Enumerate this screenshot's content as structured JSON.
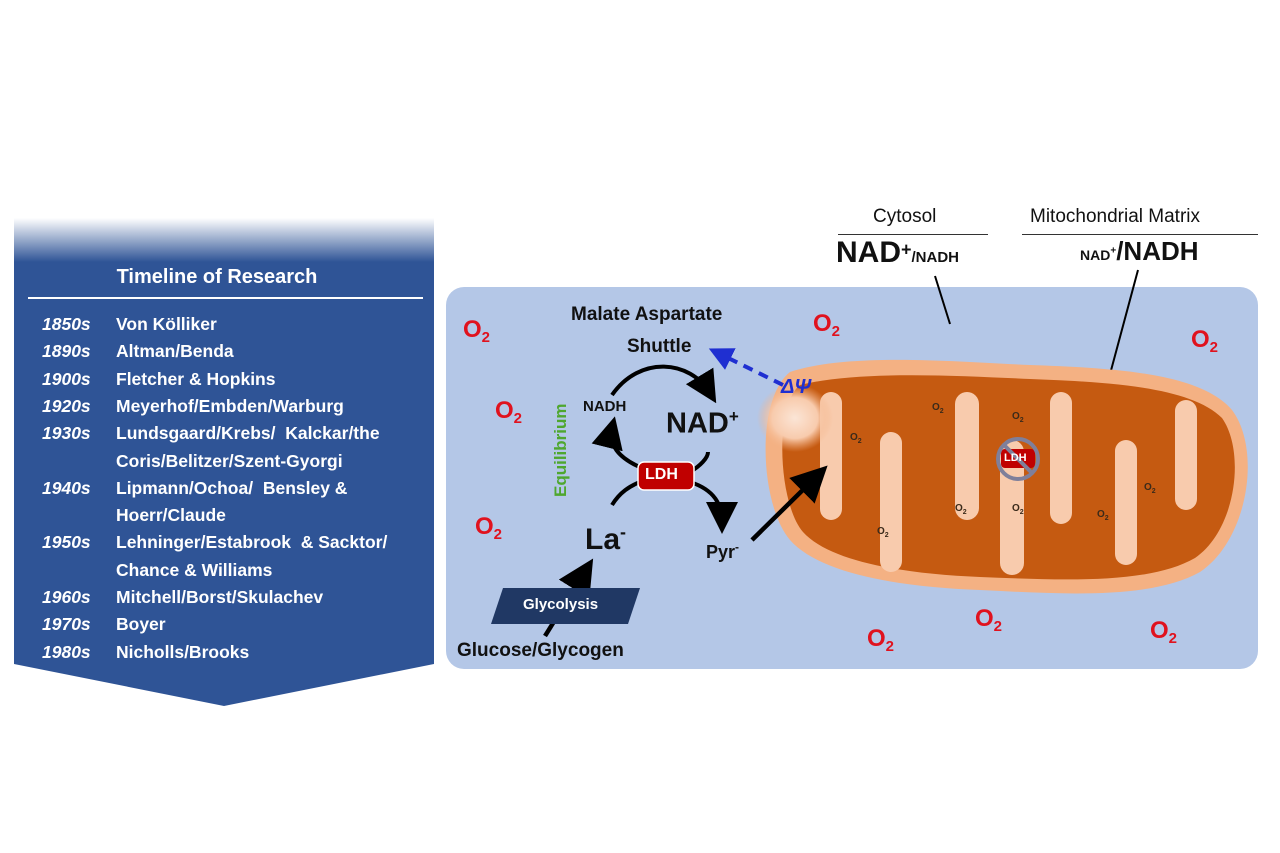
{
  "timeline": {
    "title": "Timeline of Research",
    "entries": [
      {
        "year": "1850s",
        "text": "Von Kölliker"
      },
      {
        "year": "1890s",
        "text": "Altman/Benda"
      },
      {
        "year": "1900s",
        "text": "Fletcher & Hopkins"
      },
      {
        "year": "1920s",
        "text": "Meyerhof/Embden/Warburg"
      },
      {
        "year": "1930s",
        "text": "Lundsgaard/Krebs/  Kalckar/the"
      },
      {
        "year": "",
        "text": "Coris/Belitzer/Szent-Gyorgi"
      },
      {
        "year": "1940s",
        "text": "Lipmann/Ochoa/  Bensley &"
      },
      {
        "year": "",
        "text": "Hoerr/Claude"
      },
      {
        "year": "1950s",
        "text": "Lehninger/Estabrook  & Sacktor/"
      },
      {
        "year": "",
        "text": "Chance & Williams"
      },
      {
        "year": "1960s",
        "text": "Mitchell/Borst/Skulachev"
      },
      {
        "year": "1970s",
        "text": "Boyer"
      },
      {
        "year": "1980s",
        "text": "Nicholls/Brooks"
      }
    ]
  },
  "header": {
    "cytosol": "Cytosol",
    "cytosol_nad_plus": "NAD",
    "cytosol_nadh": "/NADH",
    "matrix": "Mitochondrial Matrix",
    "matrix_nad_plus": "NAD",
    "matrix_nadh": "/NADH",
    "plus": "+"
  },
  "diagram": {
    "shuttle_line1": "Malate Aspartate",
    "shuttle_line2": "Shuttle",
    "equilibrium": "Equilibrium",
    "nadh": "NADH",
    "nad": "NAD",
    "plus": "+",
    "ldh": "LDH",
    "lactate": "La",
    "minus": "-",
    "pyruvate": "Pyr",
    "delta_psi": "ΔΨ",
    "glycolysis": "Glycolysis",
    "glucose": "Glucose/Glycogen",
    "o2_base": "O",
    "o2_sub": "2",
    "mito_ldh": "LDH"
  },
  "colors": {
    "banner": "#2f5496",
    "panel": "#b4c7e7",
    "o2": "#e0121e",
    "ldh": "#c00000",
    "equilibrium": "#4ea72e",
    "delta_psi": "#1f2fd1",
    "mito_outer": "#f4b183",
    "mito_inner": "#c55a11",
    "glycolysis": "#203864"
  }
}
